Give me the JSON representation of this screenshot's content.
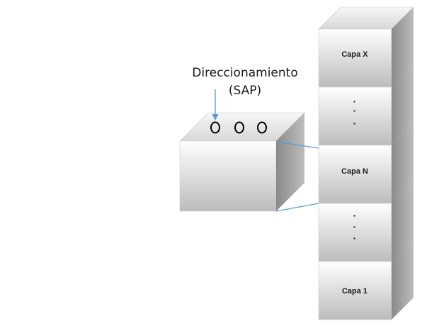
{
  "annotation": {
    "line1": "Direccionamiento",
    "line2": "(SAP)"
  },
  "layers": {
    "top": "Capa X",
    "upper_dots": [
      "·",
      "·",
      "·"
    ],
    "middle": "Capa N",
    "lower_dots": [
      "·",
      "·",
      "·"
    ],
    "bottom": "Capa 1"
  },
  "sap_points": [
    "o",
    "o",
    "o"
  ],
  "colors": {
    "connector": "#5b9bd5",
    "arrow": "#5b9bd5",
    "ring": "#000000"
  }
}
